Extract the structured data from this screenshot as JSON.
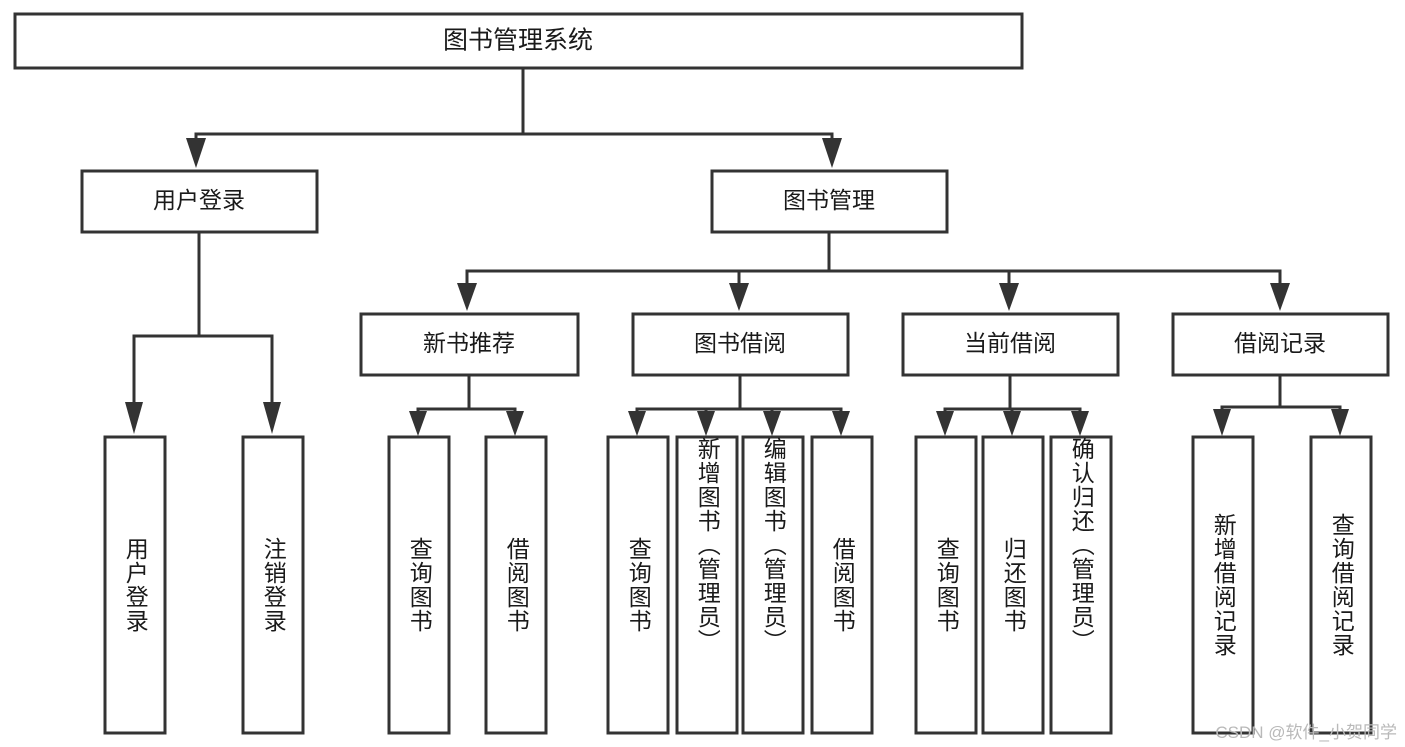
{
  "diagram": {
    "type": "tree",
    "title": "图书管理系统",
    "orientation": "top-down",
    "colors": {
      "stroke": "#333333",
      "box_fill": "#ffffff",
      "text": "#1a1a1a",
      "background": "#ffffff",
      "watermark": "#b9b9b9"
    },
    "root": {
      "id": "root",
      "label": "图书管理系统"
    },
    "level2": [
      {
        "id": "n-user-login",
        "label": "用户登录"
      },
      {
        "id": "n-book-manage",
        "label": "图书管理"
      }
    ],
    "level3": [
      {
        "id": "n-new-book-rec",
        "label": "新书推荐",
        "parent": "n-book-manage"
      },
      {
        "id": "n-book-borrow",
        "label": "图书借阅",
        "parent": "n-book-manage"
      },
      {
        "id": "n-current-borrow",
        "label": "当前借阅",
        "parent": "n-book-manage"
      },
      {
        "id": "n-borrow-record",
        "label": "借阅记录",
        "parent": "n-book-manage"
      }
    ],
    "leaves": [
      {
        "id": "leaf-user-login",
        "label": "用户登录",
        "parent": "n-user-login"
      },
      {
        "id": "leaf-logout-login",
        "label": "注销登录",
        "parent": "n-user-login"
      },
      {
        "id": "leaf-query-book-1",
        "label": "查询图书",
        "parent": "n-new-book-rec"
      },
      {
        "id": "leaf-borrow-book-1",
        "label": "借阅图书",
        "parent": "n-new-book-rec"
      },
      {
        "id": "leaf-query-book-2",
        "label": "查询图书",
        "parent": "n-book-borrow"
      },
      {
        "id": "leaf-add-book",
        "label": "新增图书（管理员）",
        "parent": "n-book-borrow"
      },
      {
        "id": "leaf-edit-book",
        "label": "编辑图书（管理员）",
        "parent": "n-book-borrow"
      },
      {
        "id": "leaf-borrow-book-2",
        "label": "借阅图书",
        "parent": "n-book-borrow"
      },
      {
        "id": "leaf-query-book-3",
        "label": "查询图书",
        "parent": "n-current-borrow"
      },
      {
        "id": "leaf-return-book",
        "label": "归还图书",
        "parent": "n-current-borrow"
      },
      {
        "id": "leaf-confirm-return",
        "label": "确认归还（管理员）",
        "parent": "n-current-borrow"
      },
      {
        "id": "leaf-add-record",
        "label": "新增借阅记录",
        "parent": "n-borrow-record"
      },
      {
        "id": "leaf-query-record",
        "label": "查询借阅记录",
        "parent": "n-borrow-record"
      }
    ]
  },
  "watermark": {
    "text": "CSDN @软件_小贺同学"
  }
}
